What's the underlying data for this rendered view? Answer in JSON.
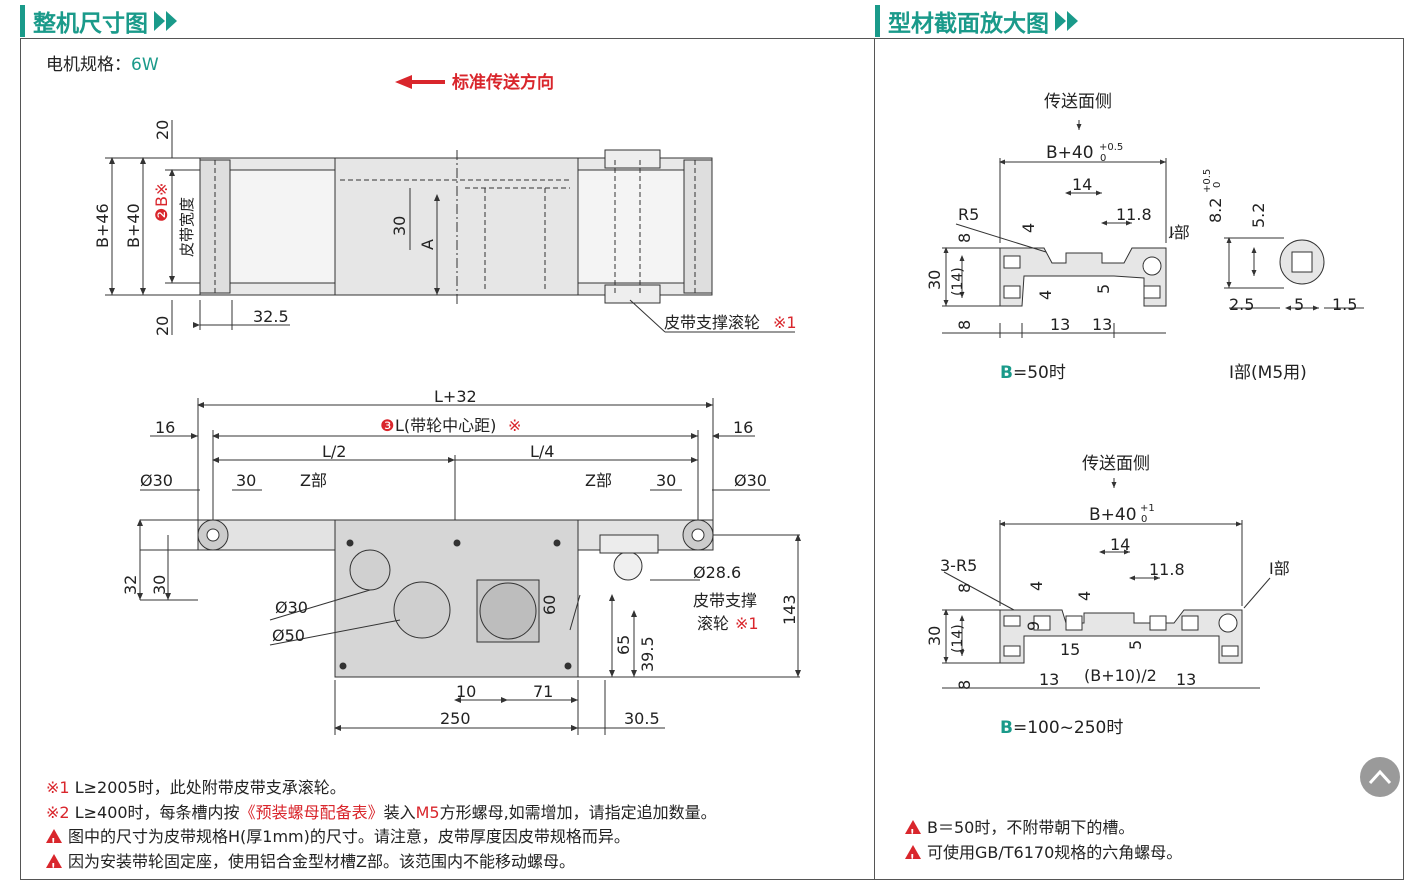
{
  "left_section": {
    "title": "整机尺寸图",
    "motor_spec_label": "电机规格：",
    "motor_spec_value": "6W",
    "direction_label": "标准传送方向",
    "top_view": {
      "dims": {
        "b46": "B+46",
        "b40": "B+40",
        "b": "B※",
        "belt_width": "皮带宽度",
        "top20": "20",
        "bot20": "20",
        "d325": "32.5",
        "d30": "30",
        "a": "A",
        "roller_label": "皮带支撑滚轮",
        "roller_mark": "※1",
        "b_mark": "❷"
      }
    },
    "side_view": {
      "dims": {
        "l32": "L+32",
        "l_center": "L(带轮中心距)",
        "l_center_mark": "❸",
        "l_center_star": "※",
        "d16a": "16",
        "d16b": "16",
        "l2": "L/2",
        "l4": "L/4",
        "phi30a": "Ø30",
        "phi30b": "Ø30",
        "d30a": "30",
        "d30b": "30",
        "zpart_a": "Z部",
        "zpart_b": "Z部",
        "phi286": "Ø28.6",
        "roller_a": "皮带支撑",
        "roller_b": "滚轮",
        "roller_mark": "※1",
        "phi30c": "Ø30",
        "phi50": "Ø50",
        "d32": "32",
        "d30c": "30",
        "d60": "60",
        "d65": "65",
        "d395": "39.5",
        "d143": "143",
        "d10": "10",
        "d71": "71",
        "d250": "250",
        "d305": "30.5"
      }
    },
    "notes": [
      {
        "mark": "※1",
        "text": "L≥2005时，此处附带皮带支承滚轮。"
      },
      {
        "mark": "※2",
        "text_a": "L≥400时，每条槽内按",
        "link": "《预装螺母配备表》",
        "text_b": "装入",
        "m5": "M5",
        "text_c": "方形螺母,如需增加，请指定追加数量。"
      },
      {
        "warn": true,
        "text": "图中的尺寸为皮带规格H(厚1mm)的尺寸。请注意，皮带厚度因皮带规格而异。"
      },
      {
        "warn": true,
        "text": "因为安装带轮固定座，使用铝合金型材槽Z部。该范围内不能移动螺母。"
      }
    ]
  },
  "right_section": {
    "title": "型材截面放大图",
    "profile_a": {
      "side_label": "传送面侧",
      "width": "B+40",
      "tol_up": "+0.5",
      "tol_low": "0",
      "d14": "14",
      "d118": "11.8",
      "r5": "R5",
      "d8a": "8",
      "d4a": "4",
      "ipart": "I部",
      "d30": "30",
      "d14p": "(14)",
      "d4b": "4",
      "d5": "5",
      "d8b": "8",
      "d13a": "13",
      "d13b": "13",
      "caption_b": "B",
      "caption_rest": "=50时"
    },
    "profile_i": {
      "d82": "8.2",
      "tol_up": "+0.5",
      "tol_low": "0",
      "d52": "5.2",
      "d25": "2.5",
      "d5": "5",
      "d15": "1.5",
      "caption": "I部(M5用)"
    },
    "profile_b": {
      "side_label": "传送面侧",
      "width": "B+40",
      "tol_up": "+1",
      "tol_low": "0",
      "d14": "14",
      "d118": "11.8",
      "r5": "3-R5",
      "d8a": "8",
      "d4a": "4",
      "d4b": "4",
      "ipart": "I部",
      "d30": "30",
      "d14p": "(14)",
      "d9": "9",
      "d15": "15",
      "d5": "5",
      "d8b": "8",
      "d13a": "13",
      "b10": "(B+10)/2",
      "d13b": "13",
      "caption_b": "B",
      "caption_rest": "=100~250时"
    },
    "notes": [
      {
        "warn": true,
        "text": "B＝50时，不附带朝下的槽。"
      },
      {
        "warn": true,
        "text": "可使用GB/T6170规格的六角螺母。"
      }
    ]
  },
  "colors": {
    "accent": "#1a9a8a",
    "red": "#d9262c",
    "line": "#333333",
    "fill": "#e6e6e6"
  },
  "icons": {
    "scroll_top": "chevron-up-icon",
    "title_arrow": "double-arrow-icon",
    "warning": "warning-triangle-icon"
  }
}
